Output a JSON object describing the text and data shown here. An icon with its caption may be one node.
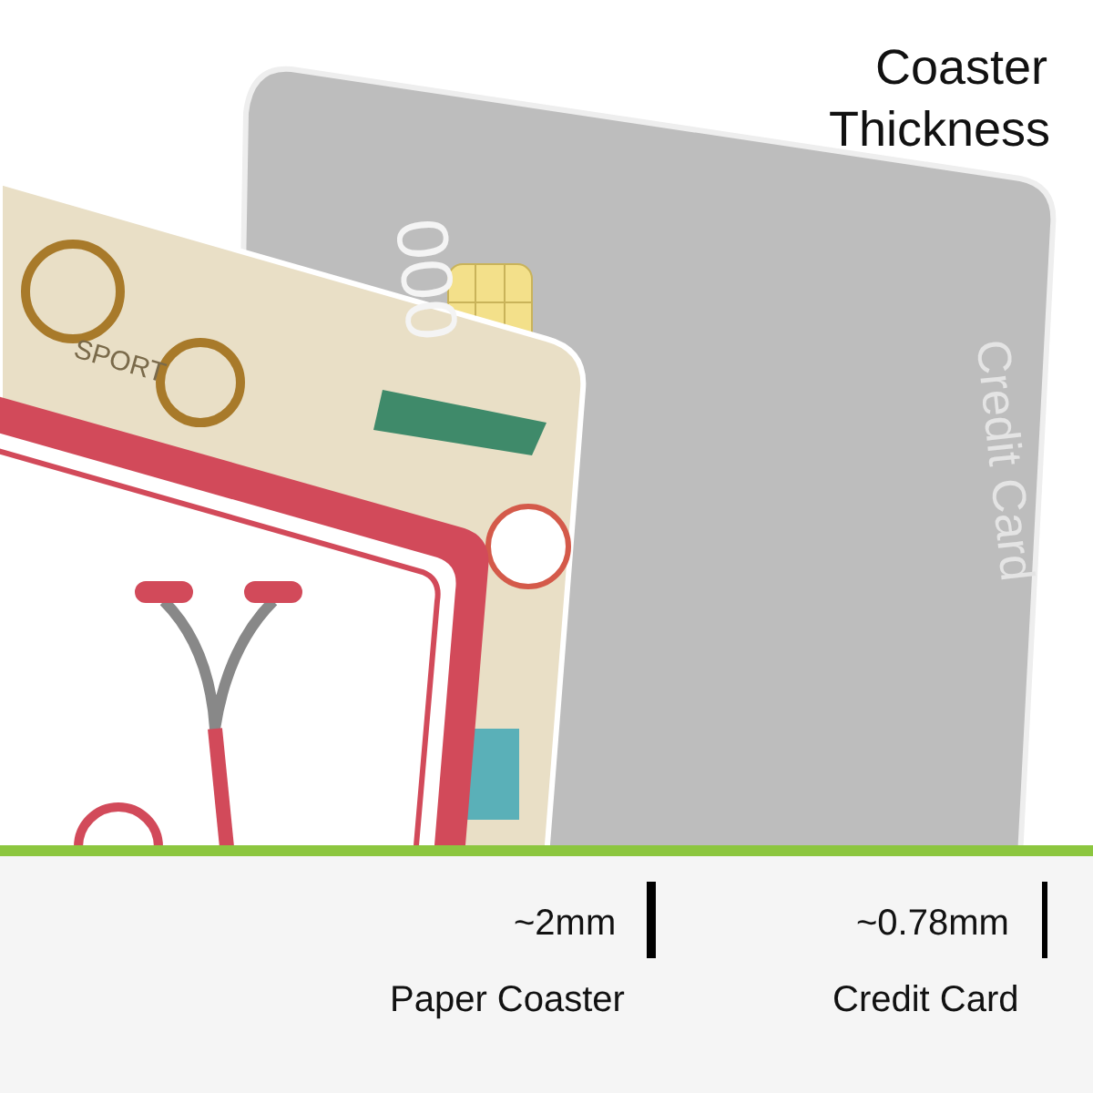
{
  "diagram": {
    "title": "Coaster Thickness",
    "labels": [
      "000",
      "Credit Card",
      "SPORT",
      "~2mm",
      "Paper Coaster",
      "~0.78mm",
      "Credit Card"
    ]
  }
}
